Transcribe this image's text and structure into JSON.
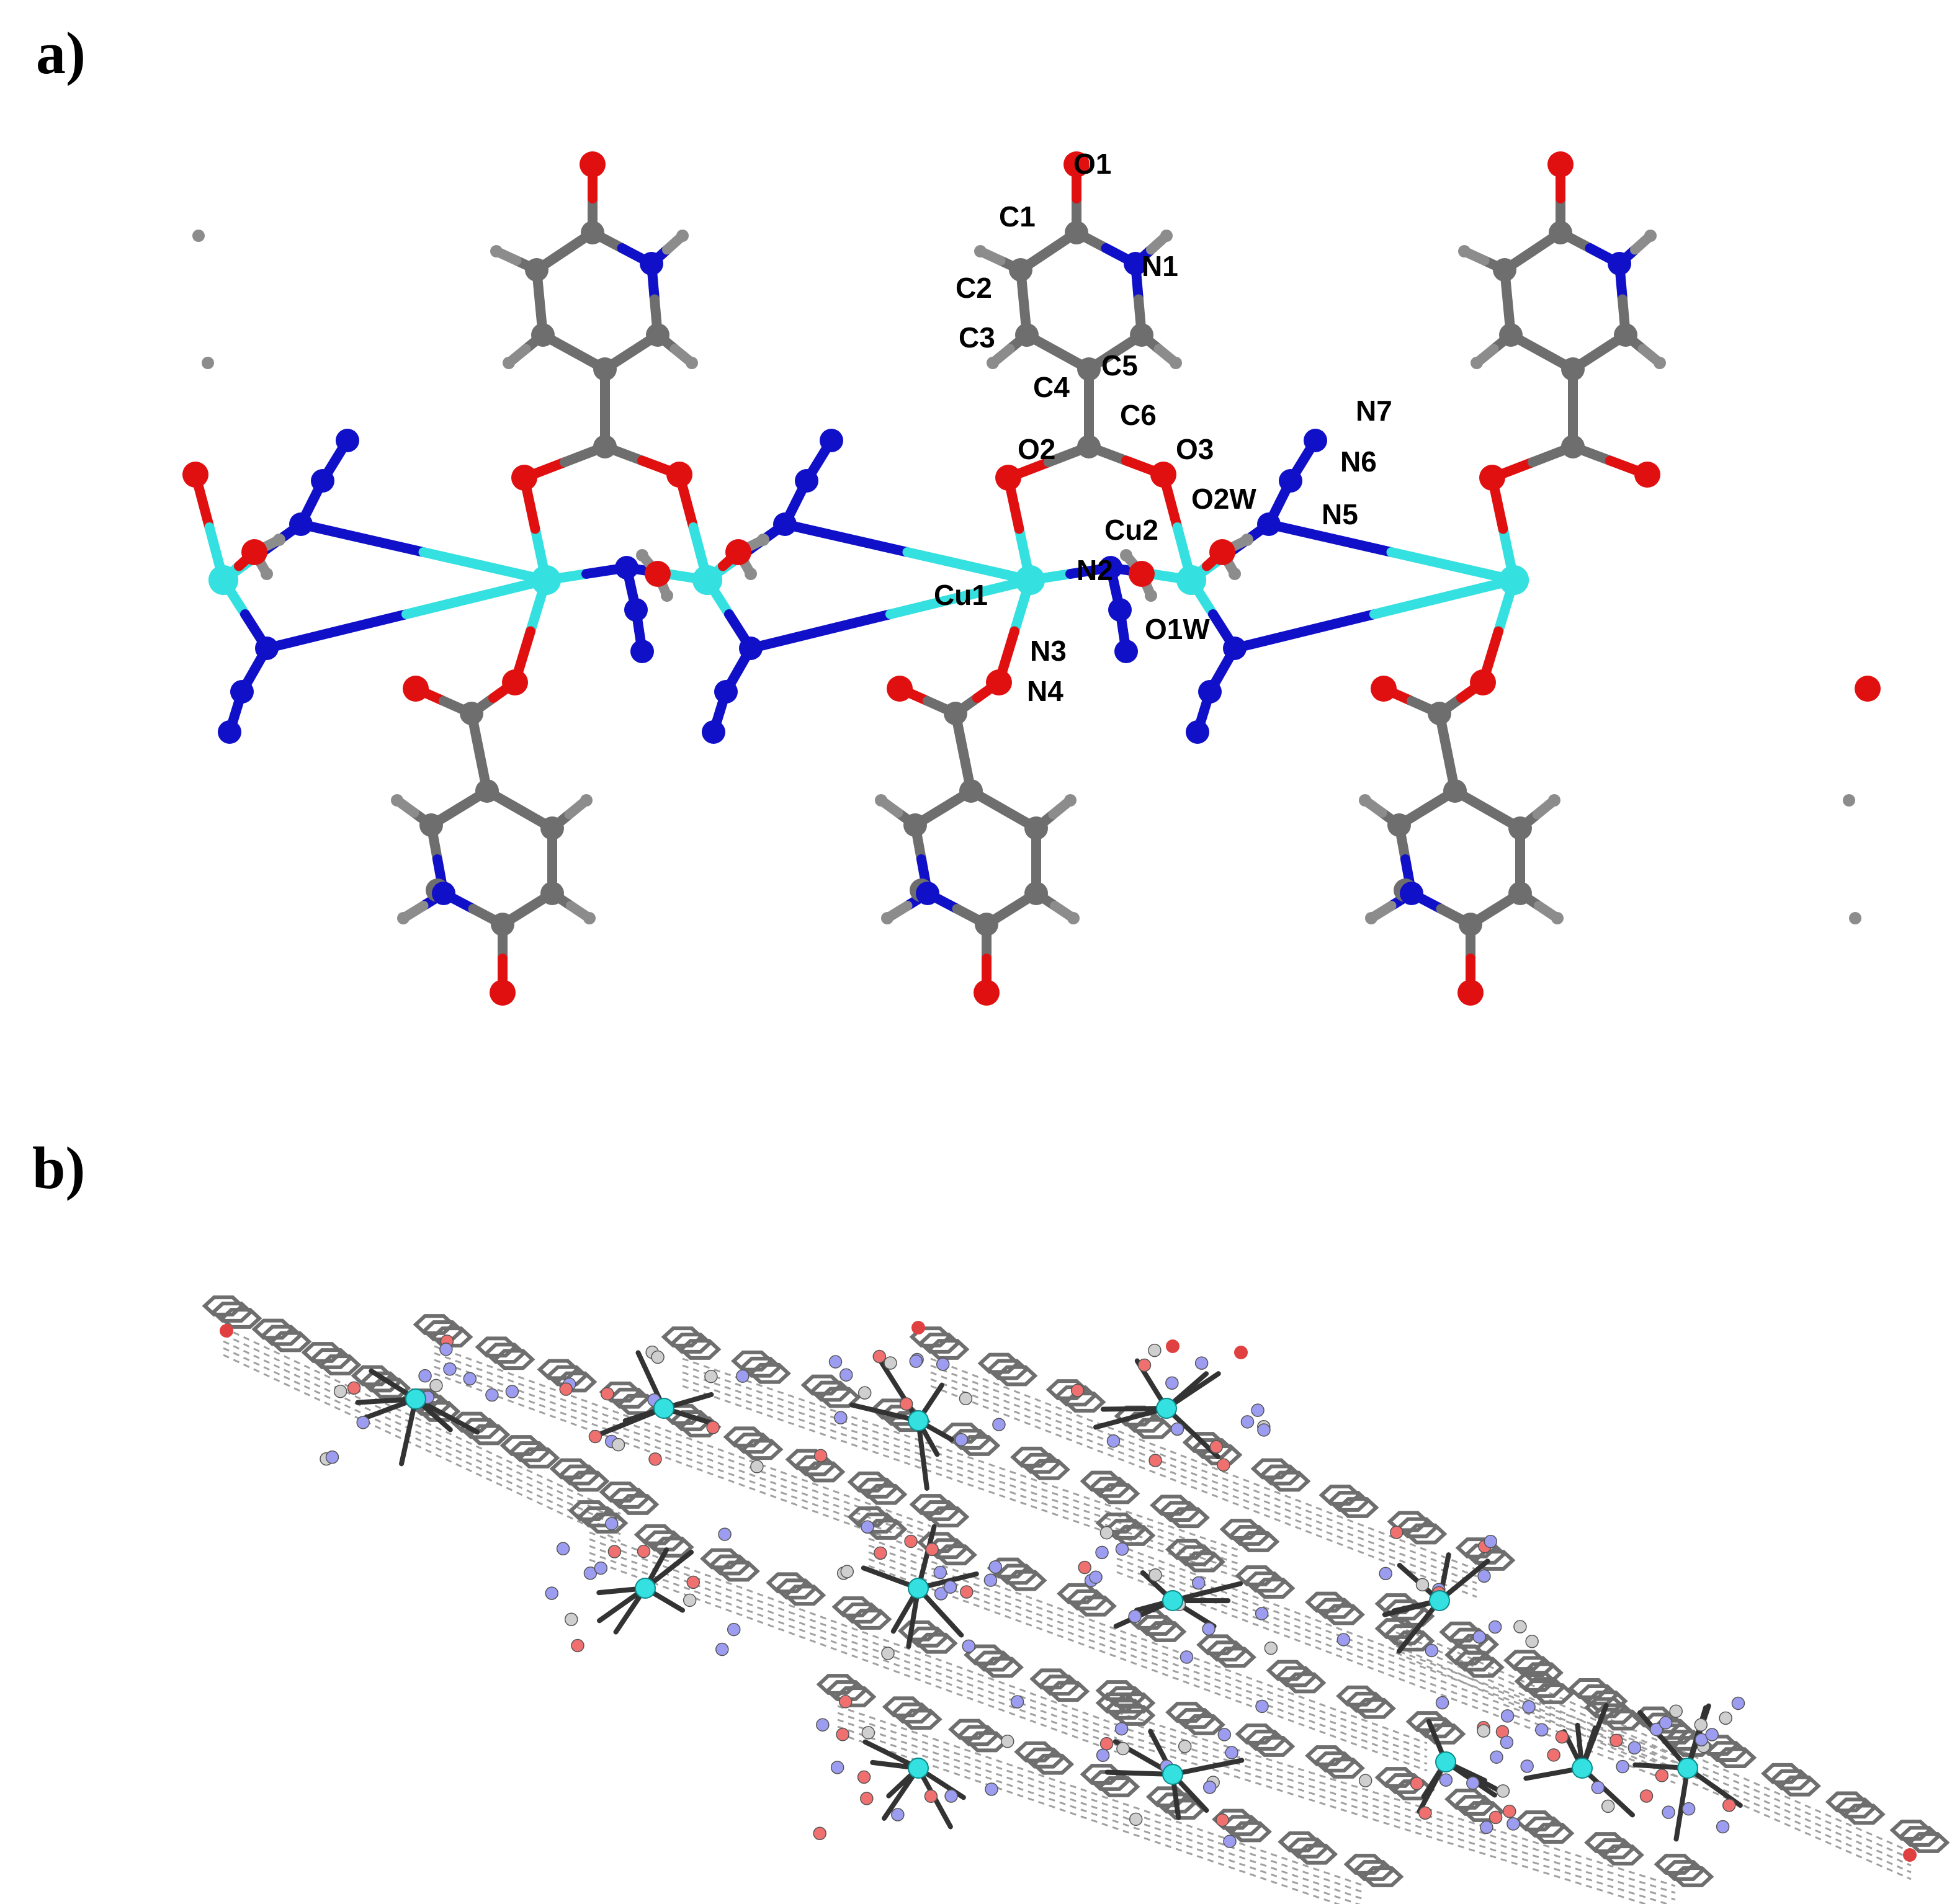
{
  "panels": [
    {
      "label": "a)"
    },
    {
      "label": "b)"
    }
  ],
  "atom_labels": [
    "O1",
    "C1",
    "N1",
    "C2",
    "C3",
    "C5",
    "C4",
    "N7",
    "C6",
    "O2",
    "O3",
    "N6",
    "O2W",
    "N5",
    "Cu2",
    "N2",
    "Cu1",
    "O1W",
    "N3",
    "N4"
  ],
  "colors": {
    "copper": "#35e0e0",
    "nitrogen": "#1010c8",
    "oxygen": "#e01010",
    "carbon": "#6e6e6e",
    "hydrogen": "#8c8c8c",
    "hbond": "#a0a0a0"
  }
}
